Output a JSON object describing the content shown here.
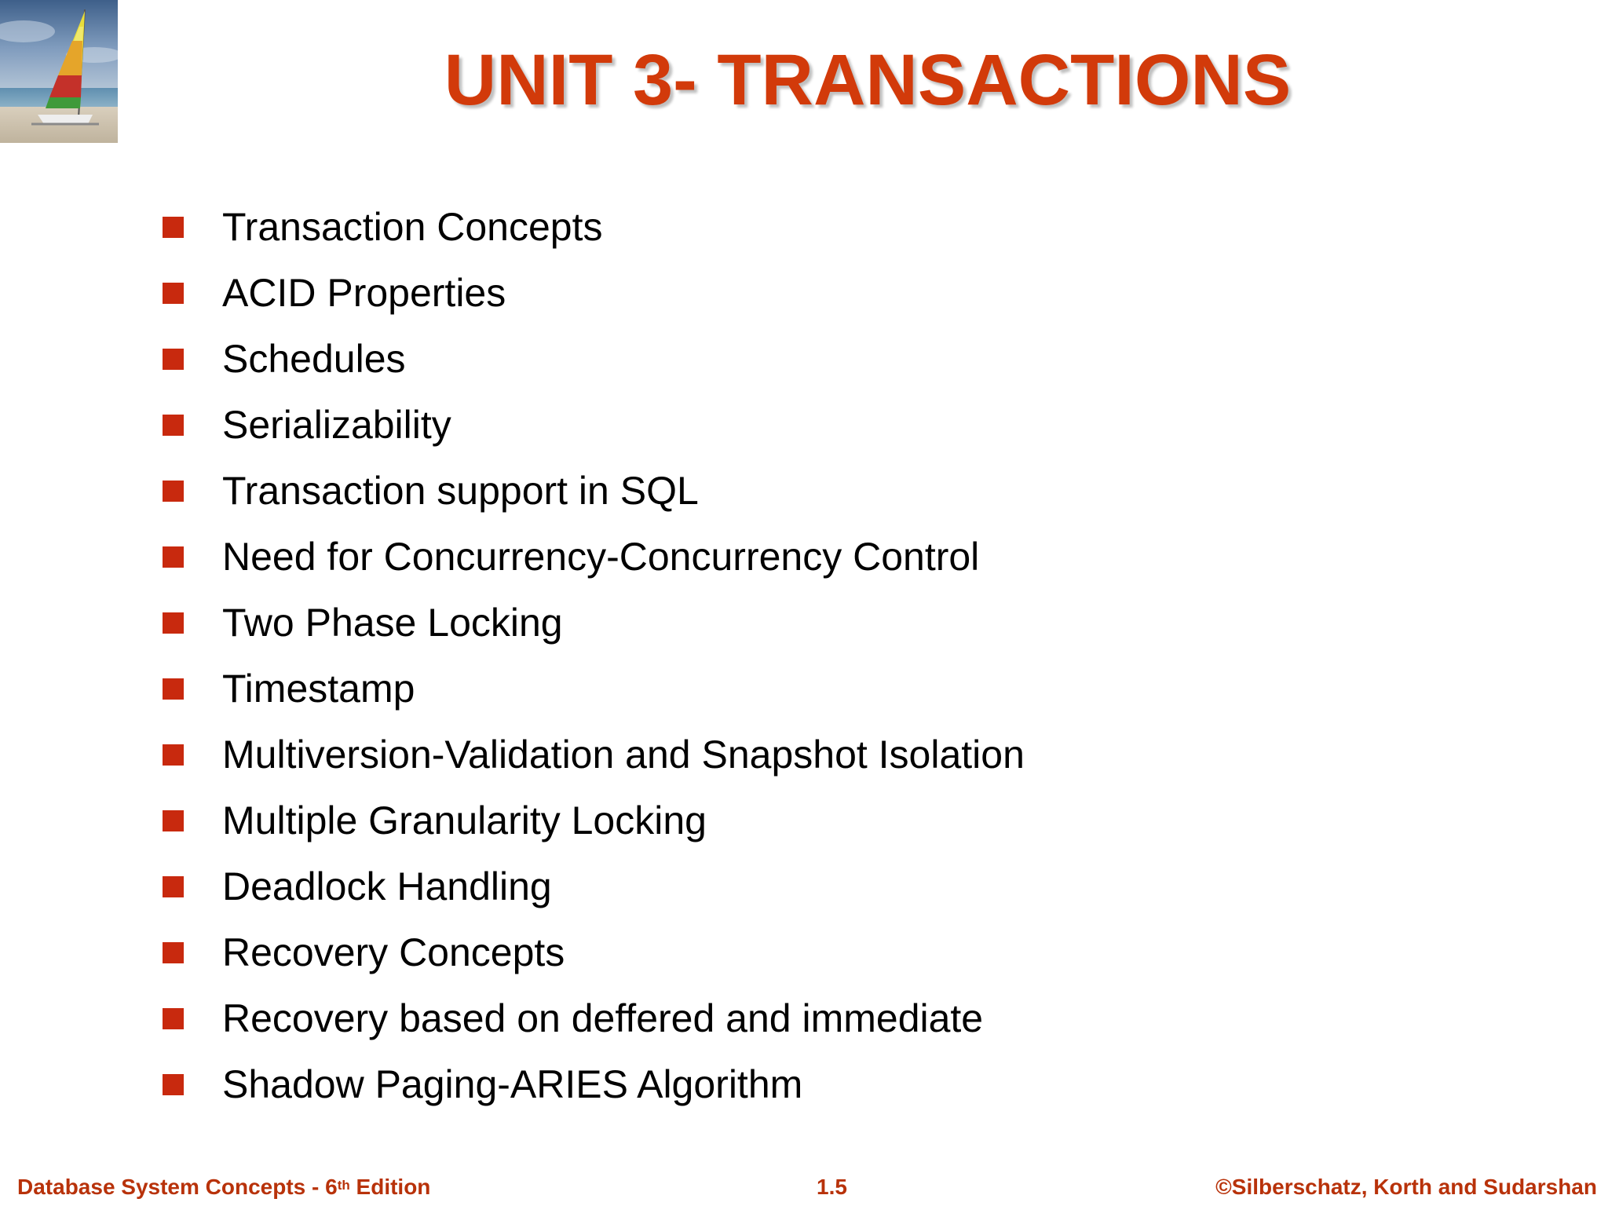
{
  "slide": {
    "title": "UNIT 3- TRANSACTIONS",
    "logo_icon": "sailboat-logo-icon",
    "accent_color": "#d23a0a",
    "bullet_color": "#c8290e",
    "bullets": [
      "Transaction Concepts",
      "ACID Properties",
      "Schedules",
      "Serializability",
      "Transaction support in SQL",
      "Need for Concurrency-Concurrency Control",
      "Two Phase Locking",
      "Timestamp",
      "Multiversion-Validation and Snapshot Isolation",
      "Multiple Granularity Locking",
      "Deadlock Handling",
      "Recovery Concepts",
      "Recovery based on deffered and immediate",
      "Shadow Paging-ARIES Algorithm"
    ]
  },
  "footer": {
    "book_prefix": "Database System Concepts - 6",
    "edition_superscript": "th",
    "book_suffix": " Edition",
    "page_number": "1.5",
    "copyright": "©Silberschatz, Korth and Sudarshan",
    "color": "#b8320a"
  }
}
